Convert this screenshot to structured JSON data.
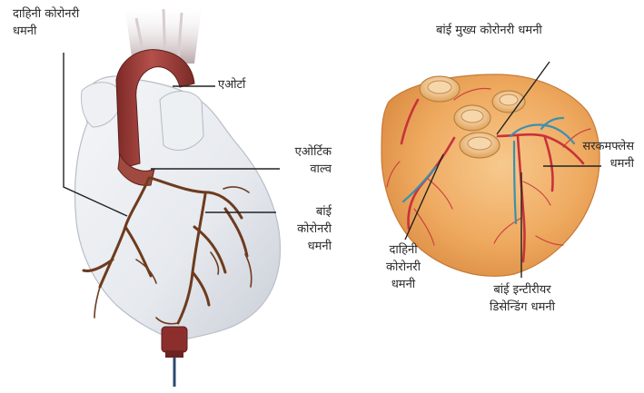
{
  "left_figure": {
    "labels": {
      "right_coronary_artery": [
        "दाहिनी कोरोनरी",
        "धमनी"
      ],
      "aorta": [
        "एओर्टा"
      ],
      "aortic_valve": [
        "एओर्टिक",
        "वाल्व"
      ],
      "left_coronary_artery": [
        "बांई",
        "कोरोनरी",
        "धमनी"
      ]
    }
  },
  "right_figure": {
    "labels": {
      "left_main_coronary_artery": [
        "बांई मुख्य कोरोनरी धमनी"
      ],
      "circumflex_artery": [
        "सरकमफ्लेस",
        "धमनी"
      ],
      "right_coronary_artery": [
        "दाहिनी",
        "कोरोनरी",
        "धमनी"
      ],
      "left_anterior_descending_artery": [
        "बांई इन्टीरीयर",
        "डिसेन्डिंग धमनी"
      ]
    }
  },
  "colors": {
    "heart_pale": "#e9ecf0",
    "aorta_red": "#9c3a35",
    "artery_brown": "#6e3b1e",
    "heart_orange": "#f0b16a",
    "vessel_red": "#c8323a",
    "vessel_blue": "#3d8fb0"
  }
}
